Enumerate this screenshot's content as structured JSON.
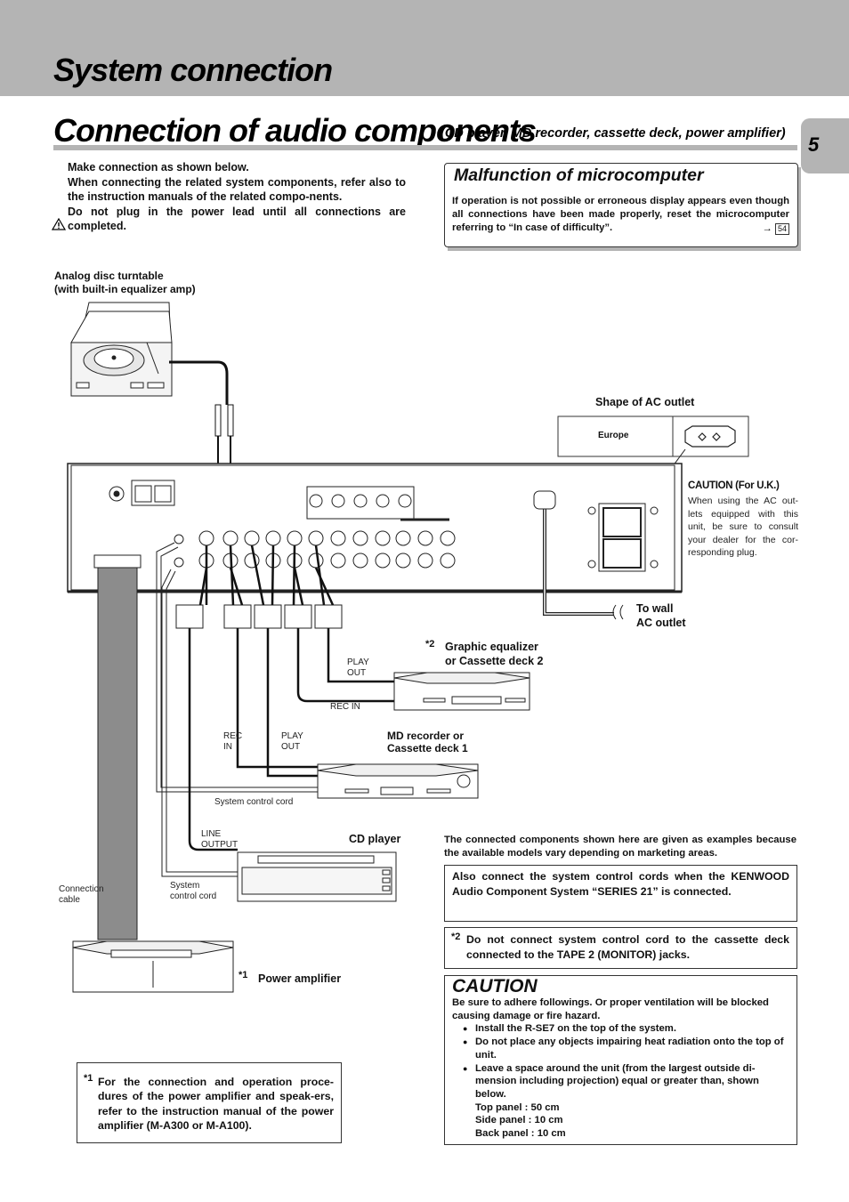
{
  "page": {
    "section_title": "System connection",
    "heading": "Connection of audio components",
    "heading_sub": "(CD player, MD recorder, cassette deck, power amplifier)",
    "page_number": "5"
  },
  "intro": {
    "line1": "Make  connection as shown below.",
    "line2": "When connecting the related system components, refer also to the instruction manuals of the related compo-nents.",
    "line3": "Do not plug in the power lead until all connections are completed."
  },
  "malfunction": {
    "title": "Malfunction of microcomputer",
    "text": "If operation is not possible or erroneous display appears even though all connections have been made properly, reset the microcomputer referring to “In case of difficulty”.",
    "page_ref": "54"
  },
  "diagram": {
    "turntable_label_1": "Analog disc turntable",
    "turntable_label_2": "(with built-in equalizer amp)",
    "ac_outlet_title": "Shape of AC outlet",
    "ac_outlet_region": "Europe",
    "caution_uk_title": "CAUTION (For U.K.)",
    "caution_uk_text": "When using the AC out-lets equipped with this unit, be sure to consult your dealer for the cor-responding plug.",
    "wall_outlet_1": "To wall",
    "wall_outlet_2": "AC outlet",
    "eq_mark": "*2",
    "eq_label_1": "Graphic equalizer",
    "eq_label_2": "or Cassette deck 2",
    "play_out": "PLAY OUT",
    "play_out_1": "PLAY",
    "play_out_2": "OUT",
    "rec_in": "REC IN",
    "rec_in_1": "REC",
    "rec_in_2": "IN",
    "md_label_1": "MD recorder or",
    "md_label_2": "Cassette deck 1",
    "system_control_cord": "System control cord",
    "line_output_1": "LINE",
    "line_output_2": "OUTPUT",
    "cd_label": "CD player",
    "connection_cable_1": "Connection",
    "connection_cable_2": "cable",
    "system_cord_1": "System",
    "system_cord_2": "control cord",
    "amp_mark": "*1",
    "amp_label": "Power amplifier"
  },
  "notes": {
    "examples": "The connected components shown here are given as examples because the available models vary depending on marketing areas.",
    "series21": "Also connect the system control cords when the KENWOOD Audio Component System “SERIES 21” is connected.",
    "tape2_mark": "*2",
    "tape2": "Do not connect system control cord to the cassette deck connected to the TAPE 2 (MONITOR) jacks.",
    "amp_note_mark": "*1",
    "amp_note": "For the connection and operation proce-dures of the power amplifier and speak-ers, refer to the instruction manual of the power amplifier (M-A300 or M-A100)."
  },
  "caution": {
    "title": "CAUTION",
    "intro": "Be sure to adhere followings. Or proper ventilation will be blocked causing damage or fire hazard.",
    "items": [
      "Install the R-SE7 on the top of the system.",
      "Do not place any objects impairing heat radiation onto the top of unit.",
      "Leave a space around the unit (from the largest outside di-mension including projection) equal or greater than, shown below."
    ],
    "space_top": "Top panel : 50 cm",
    "space_side": "Side panel : 10 cm",
    "space_back": "Back panel : 10 cm"
  }
}
